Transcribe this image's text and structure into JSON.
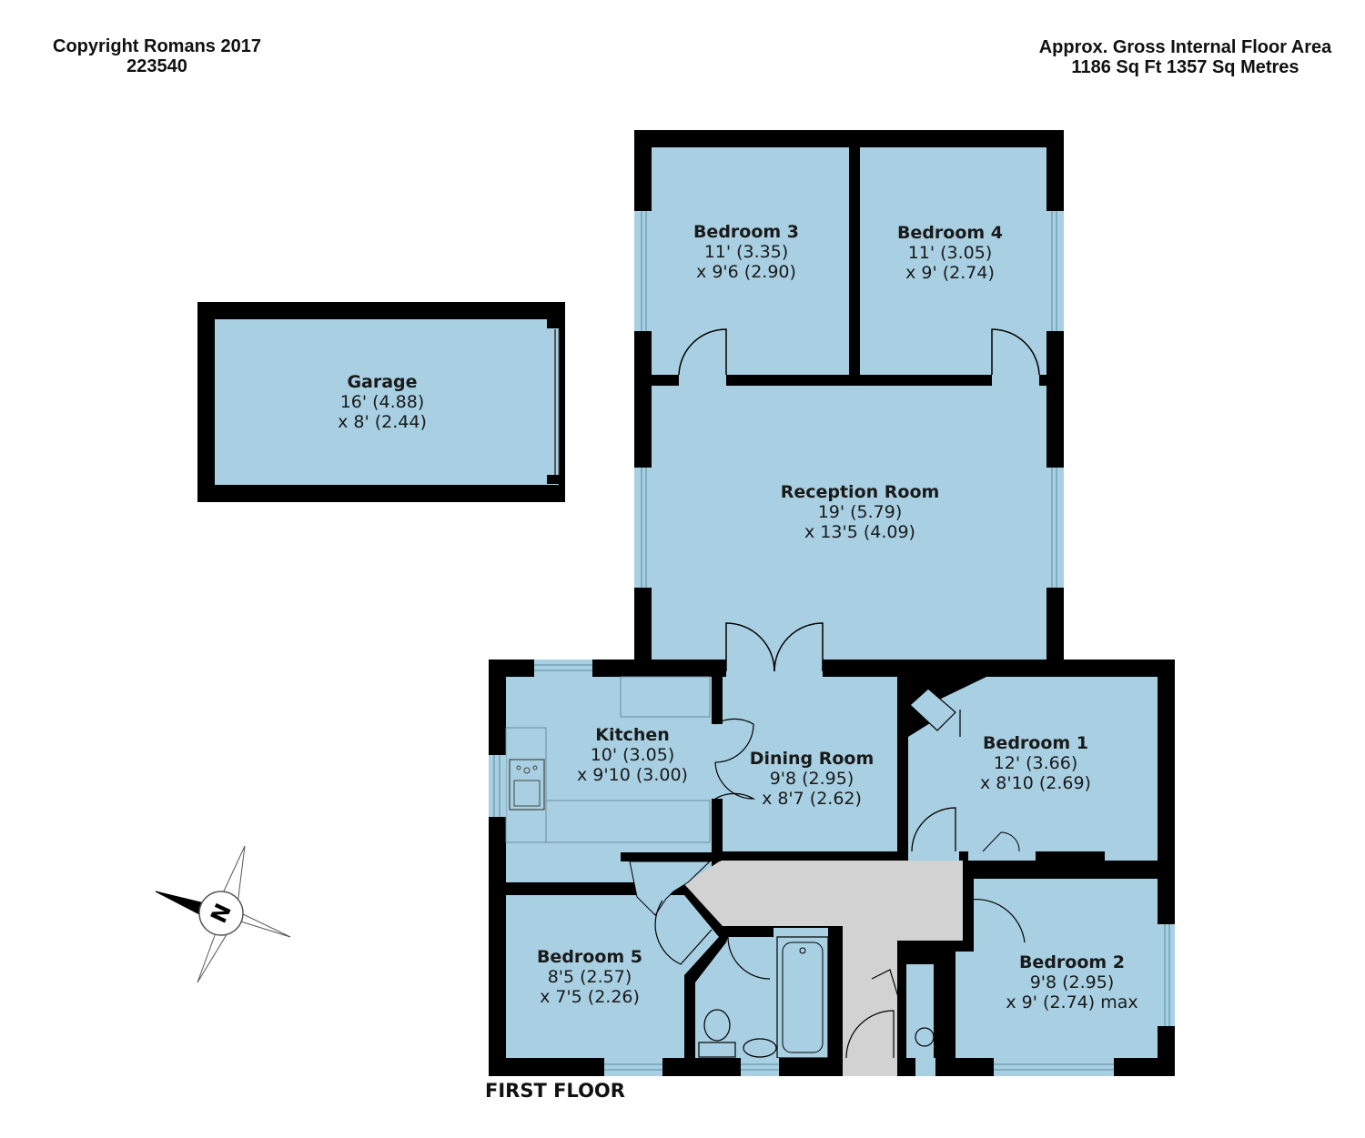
{
  "header": {
    "copyright": "Copyright Romans 2017",
    "reference": "223540",
    "area_title": "Approx. Gross Internal Floor Area",
    "area_value": "1186 Sq Ft 1357 Sq Metres"
  },
  "floor_label": "FIRST FLOOR",
  "colors": {
    "room_fill": "#a8d0e2",
    "wall": "#000000",
    "hall_fill": "#d2d2d2"
  },
  "compass": {
    "letter": "N"
  },
  "rooms": {
    "garage": {
      "name": "Garage",
      "dim1": "16' (4.88)",
      "dim2": "x 8' (2.44)"
    },
    "bedroom3": {
      "name": "Bedroom 3",
      "dim1": "11' (3.35)",
      "dim2": "x 9'6 (2.90)"
    },
    "bedroom4": {
      "name": "Bedroom 4",
      "dim1": "11' (3.05)",
      "dim2": "x 9' (2.74)"
    },
    "reception": {
      "name": "Reception Room",
      "dim1": "19' (5.79)",
      "dim2": "x 13'5 (4.09)"
    },
    "kitchen": {
      "name": "Kitchen",
      "dim1": "10' (3.05)",
      "dim2": "x 9'10 (3.00)"
    },
    "dining": {
      "name": "Dining Room",
      "dim1": "9'8 (2.95)",
      "dim2": "x 8'7 (2.62)"
    },
    "bedroom1": {
      "name": "Bedroom 1",
      "dim1": "12' (3.66)",
      "dim2": "x 8'10 (2.69)"
    },
    "bedroom5": {
      "name": "Bedroom 5",
      "dim1": "8'5 (2.57)",
      "dim2": "x 7'5 (2.26)"
    },
    "bedroom2": {
      "name": "Bedroom 2",
      "dim1": "9'8 (2.95)",
      "dim2": "x 9' (2.74) max"
    }
  }
}
